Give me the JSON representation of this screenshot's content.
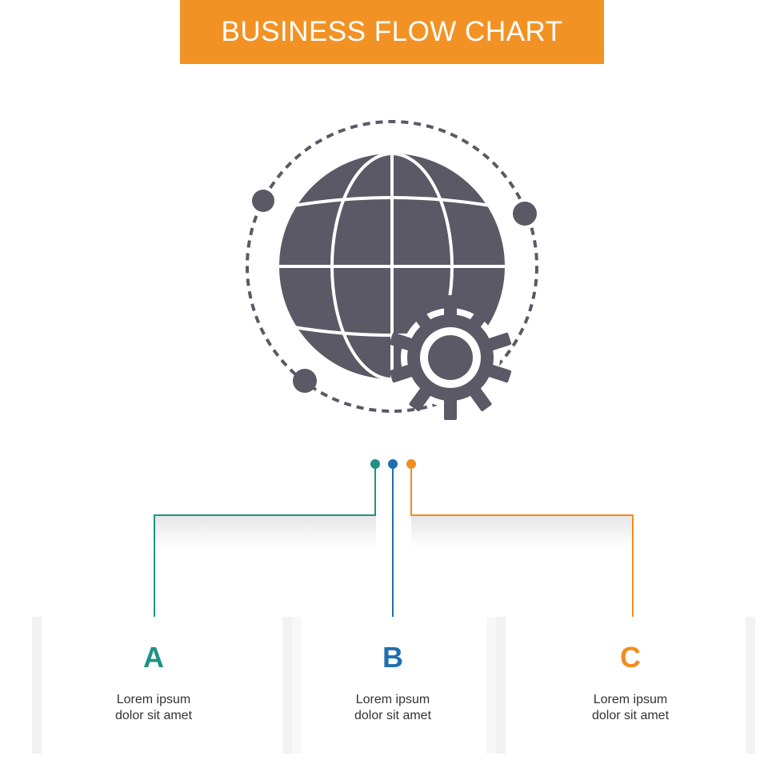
{
  "title": "BUSINESS FLOW CHART",
  "colors": {
    "banner": "#f39224",
    "icon": "#5b5966",
    "a": "#1e9283",
    "b": "#1f6faf",
    "c": "#f28d1f"
  },
  "icon": "globe-with-gear-icon",
  "steps": [
    {
      "letter": "A",
      "line1": "Lorem ipsum",
      "line2": "dolor sit amet"
    },
    {
      "letter": "B",
      "line1": "Lorem ipsum",
      "line2": "dolor sit amet"
    },
    {
      "letter": "C",
      "line1": "Lorem ipsum",
      "line2": "dolor sit amet"
    }
  ]
}
